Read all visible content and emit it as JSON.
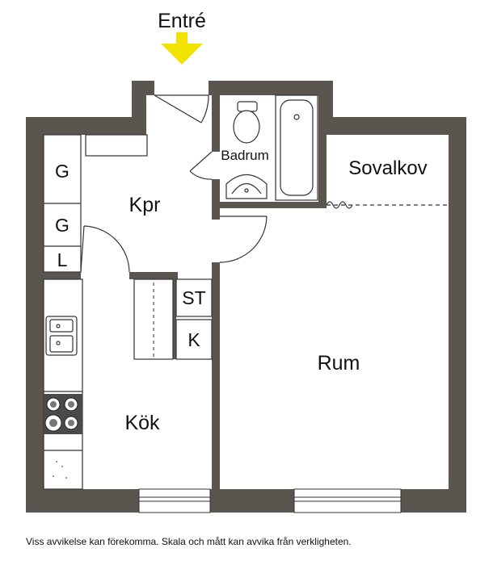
{
  "entrance": {
    "label": "Entré",
    "arrow_color": "#f2e200"
  },
  "rooms": {
    "bathroom": "Badrum",
    "alcove": "Sovalkov",
    "hall": "Kpr",
    "living": "Rum",
    "kitchen": "Kök"
  },
  "storage": {
    "g1": "G",
    "g2": "G",
    "l": "L",
    "st": "ST",
    "k": "K"
  },
  "disclaimer": "Viss avvikelse kan förekomma. Skala och mått kan avvika från verkligheten.",
  "colors": {
    "wall": "#5b5550",
    "line": "#333333"
  }
}
